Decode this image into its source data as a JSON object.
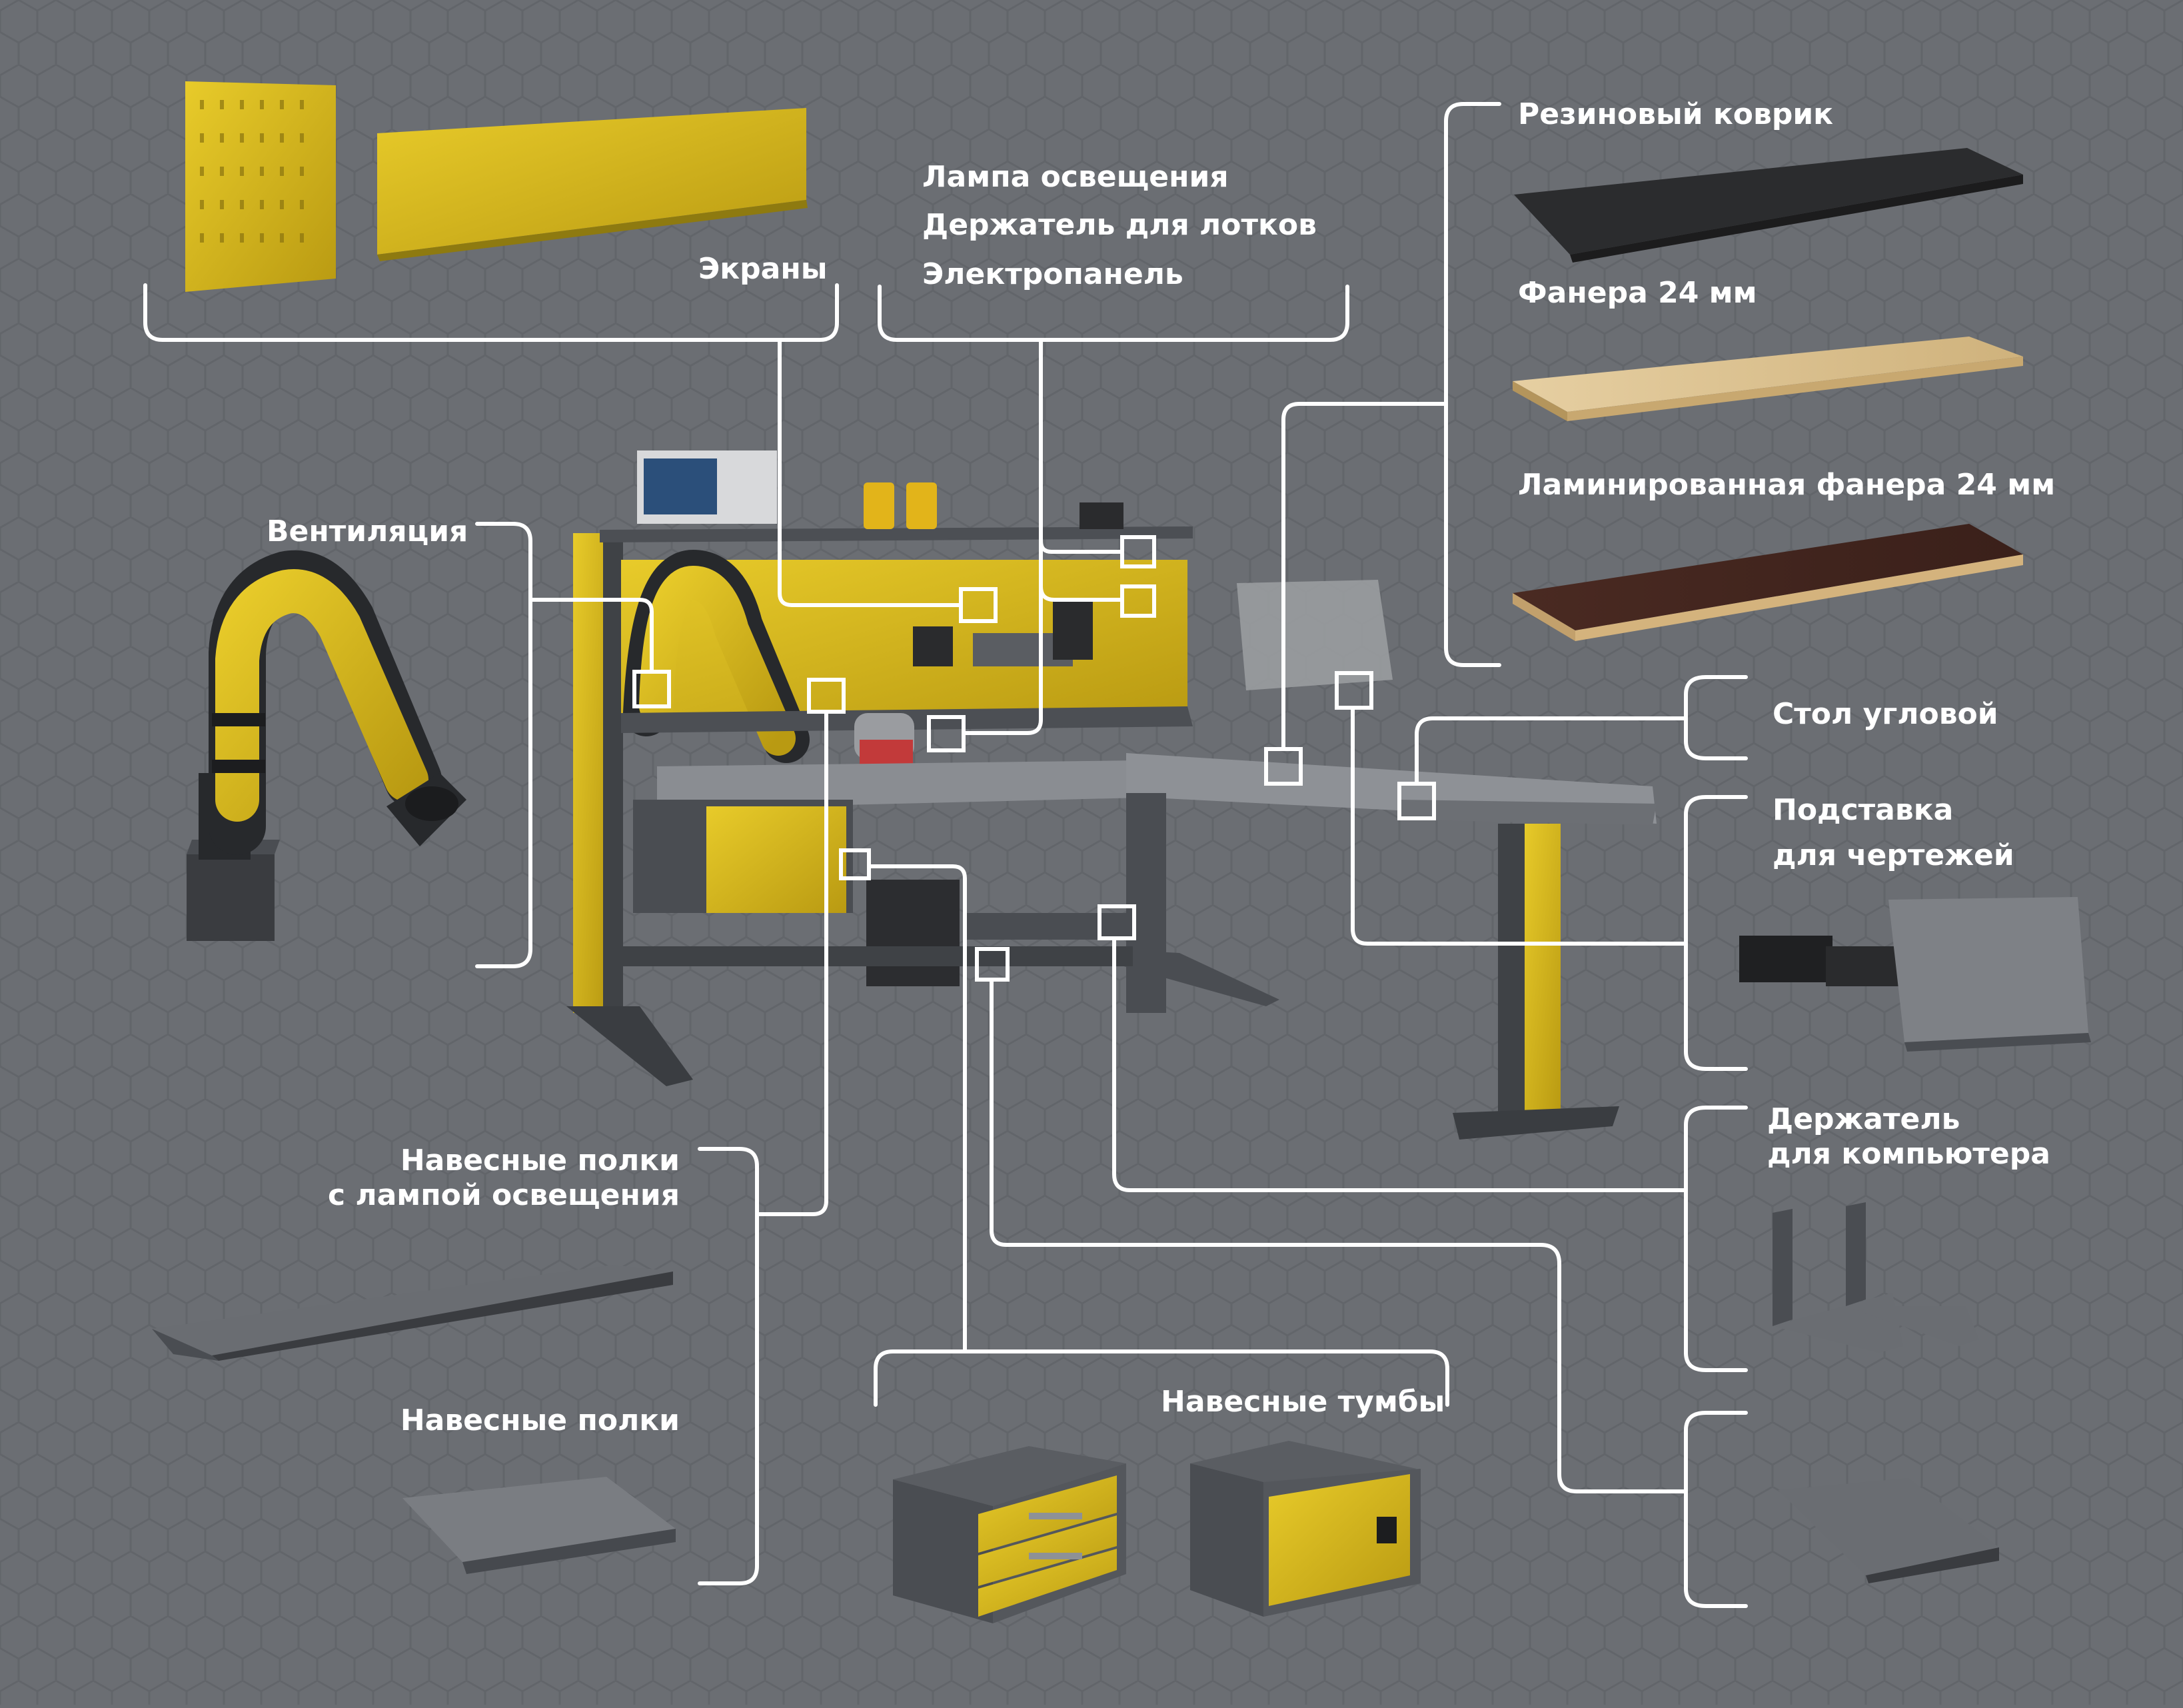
{
  "labels": {
    "screens": "Экраны",
    "lamp": "Лампа освещения",
    "tray_holder": "Держатель для лотков",
    "power_panel": "Электропанель",
    "rubber_mat": "Резиновый коврик",
    "plywood": "Фанера 24 мм",
    "laminated_plywood": "Ламинированная фанера 24 мм",
    "ventilation": "Вентиляция",
    "corner_table": "Стол угловой",
    "drawing_stand_1": "Подставка",
    "drawing_stand_2": "для чертежей",
    "computer_holder_1": "Держатель",
    "computer_holder_2": "для компьютера",
    "shelves_lamp_1": "Навесные полки",
    "shelves_lamp_2": "с лампой освещения",
    "shelves": "Навесные полки",
    "cabinets": "Навесные тумбы"
  },
  "colors": {
    "background": "#6b6e73",
    "accent_yellow": "#d9b81c",
    "frame_gray": "#4a4d52",
    "line_white": "#ffffff"
  }
}
